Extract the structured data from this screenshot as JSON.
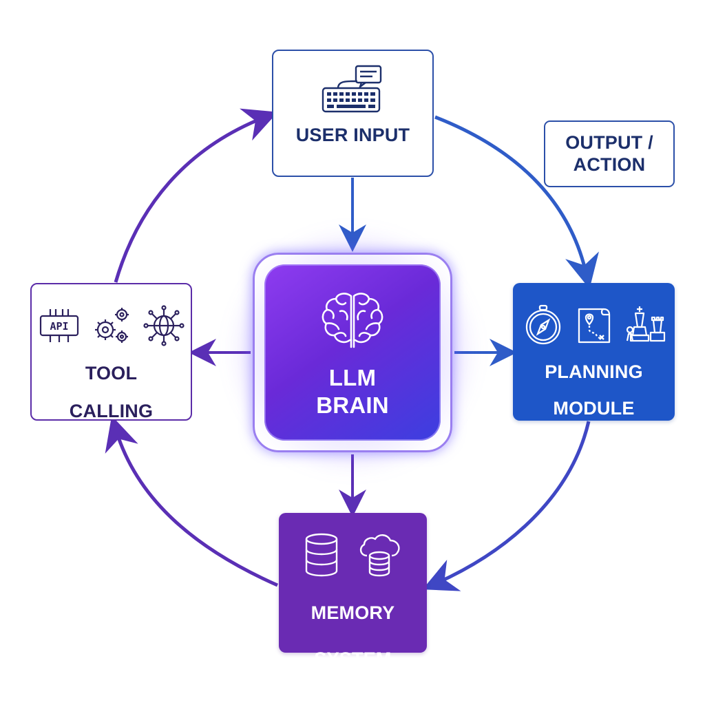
{
  "nodes": {
    "user_input": {
      "label": "USER INPUT"
    },
    "output_action": {
      "label_line1": "OUTPUT /",
      "label_line2": "ACTION"
    },
    "tool_calling": {
      "label_line1": "TOOL",
      "label_line2": "CALLING",
      "api_text": "API"
    },
    "llm_brain": {
      "label_line1": "LLM",
      "label_line2": "BRAIN"
    },
    "planning_module": {
      "label_line1": "PLANNING",
      "label_line2": "MODULE"
    },
    "memory_system": {
      "label_line1": "MEMORY",
      "label_line2": "SYSTEM"
    }
  },
  "icons": {
    "user_input": [
      "keyboard-icon",
      "chat-bubble-icon"
    ],
    "tool_calling": [
      "api-chip-icon",
      "gears-icon",
      "network-globe-icon"
    ],
    "llm_brain": [
      "brain-icon"
    ],
    "planning_module": [
      "compass-icon",
      "map-icon",
      "chess-pieces-icon"
    ],
    "memory_system": [
      "database-icon",
      "cloud-database-icon"
    ]
  },
  "colors": {
    "blue": "#1e56c8",
    "purple": "#6a2bb3",
    "navy_text": "#1c2f6b",
    "arrow_blue": "#2f5cc8",
    "arrow_purple": "#5a2fb5"
  }
}
